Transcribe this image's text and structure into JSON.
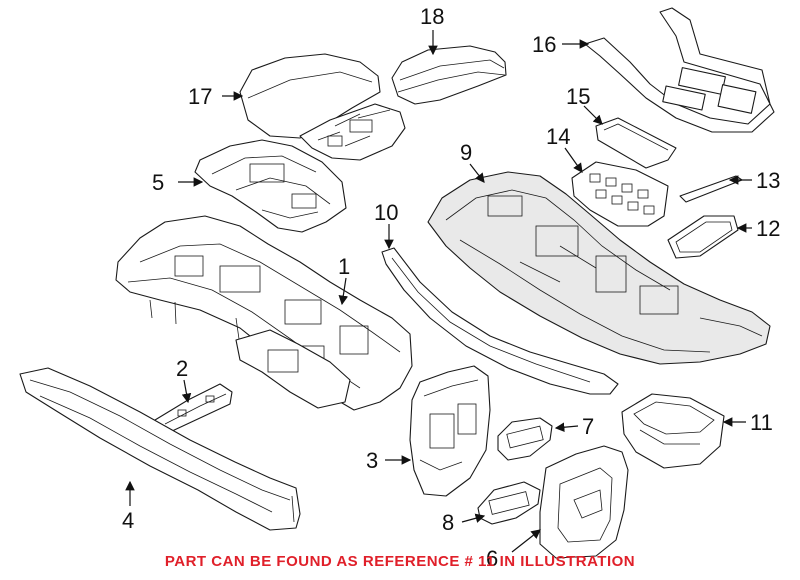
{
  "diagram": {
    "callouts": [
      "1",
      "2",
      "3",
      "4",
      "5",
      "6",
      "7",
      "8",
      "9",
      "10",
      "11",
      "12",
      "13",
      "14",
      "15",
      "16",
      "17",
      "18"
    ],
    "footer_note": "PART CAN BE FOUND AS REFERENCE # 11 IN ILLUSTRATION",
    "colors": {
      "line": "#1a1a1a",
      "footer_text": "#e0202a",
      "background": "#ffffff"
    }
  }
}
